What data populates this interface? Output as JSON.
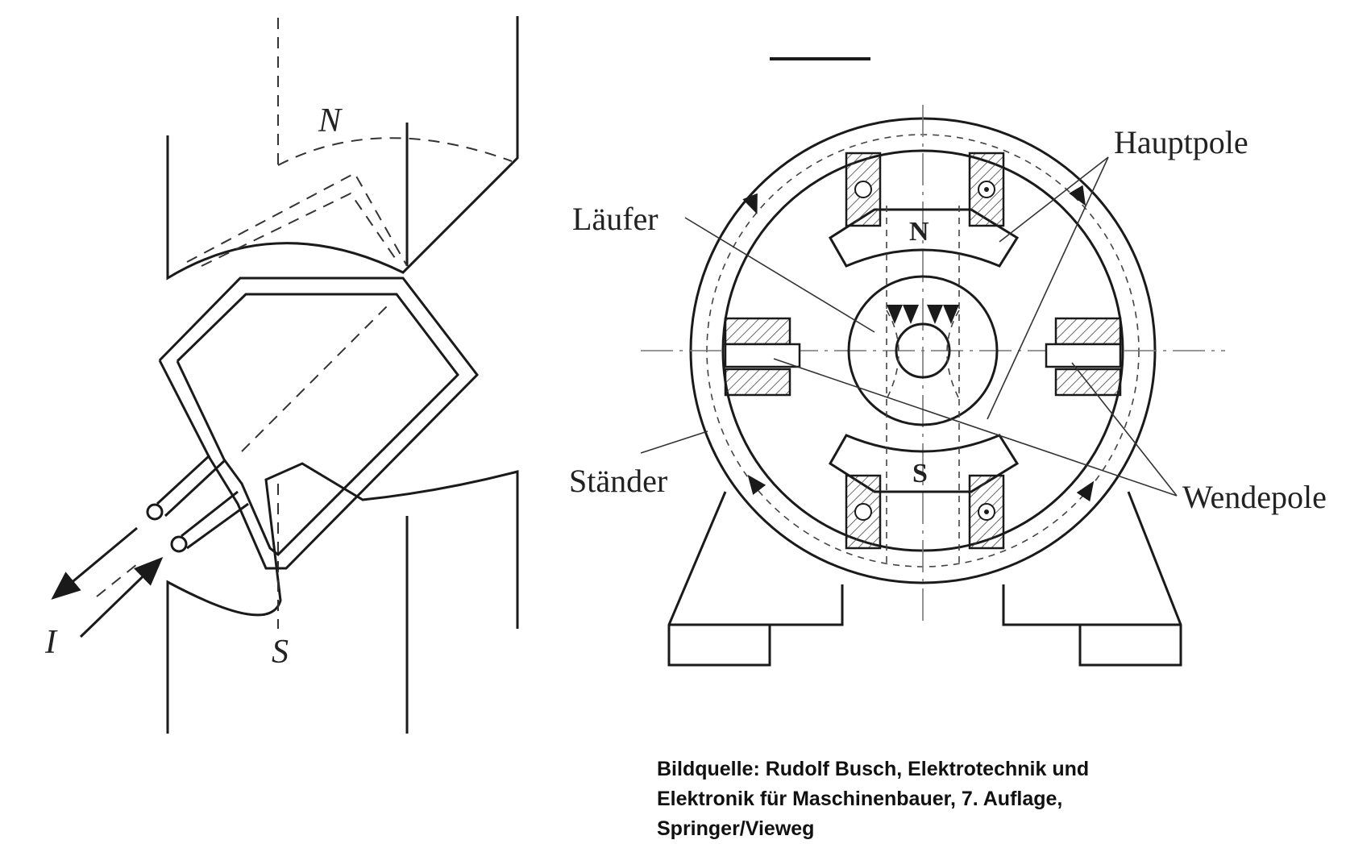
{
  "left_figure": {
    "pole_north": "N",
    "pole_south": "S",
    "current": "I"
  },
  "right_figure": {
    "pole_north": "N",
    "pole_south": "S",
    "labels": {
      "rotor": "Läufer",
      "stator": "Ständer",
      "main_poles": "Hauptpole",
      "commutating_poles": "Wendepole"
    }
  },
  "caption": {
    "line1": "Bildquelle: Rudolf Busch, Elektrotechnik und",
    "line2": "Elektronik für Maschinenbauer, 7. Auflage,",
    "line3": "Springer/Vieweg"
  }
}
